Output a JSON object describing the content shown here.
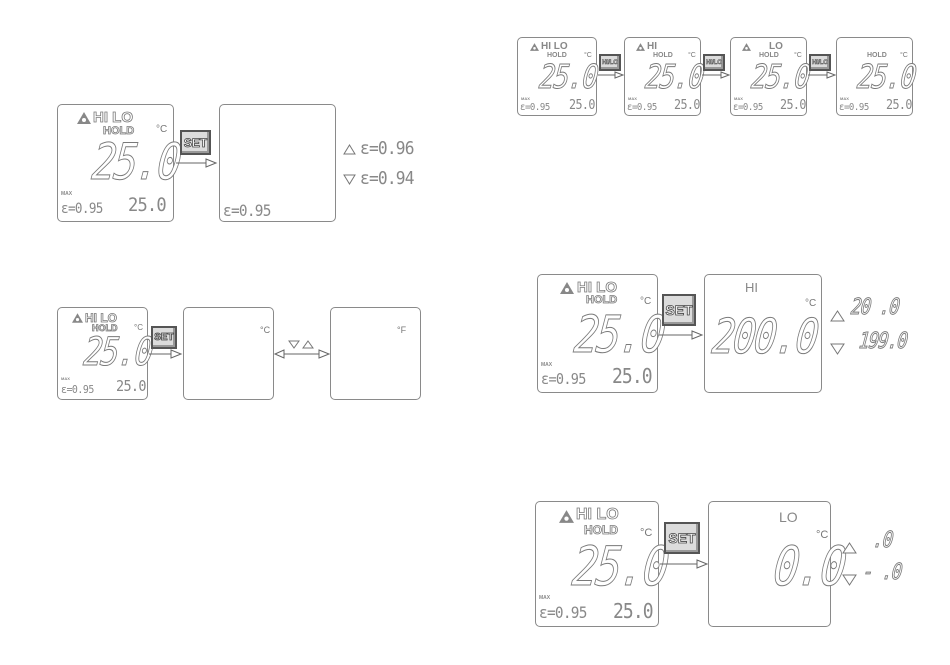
{
  "lcd": {
    "hi": "HI",
    "lo": "LO",
    "hilo": "HI LO",
    "hold": "HOLD",
    "main_reading": "25.0",
    "unit_c": "°C",
    "unit_f": "°F",
    "max": "MAX",
    "emissivity": "ε=0.95",
    "small_reading": "25.0"
  },
  "buttons": {
    "set": "SET",
    "hilo": "HI/LO"
  },
  "emissivity_setting": {
    "current": "ε=0.95",
    "up_value": "ε=0.96",
    "down_value": "ε=0.94"
  },
  "hi_setting": {
    "title": "HI",
    "value": "200.0",
    "up_value": "20 .0",
    "down_value": "199.0"
  },
  "lo_setting": {
    "title": "LO",
    "value": "0.0",
    "up_value": ".0",
    "down_value": "- .0"
  },
  "icons": [
    "warning-triangle-icon",
    "up-triangle-icon",
    "down-triangle-icon",
    "arrow-right-icon",
    "double-arrow-icon"
  ]
}
